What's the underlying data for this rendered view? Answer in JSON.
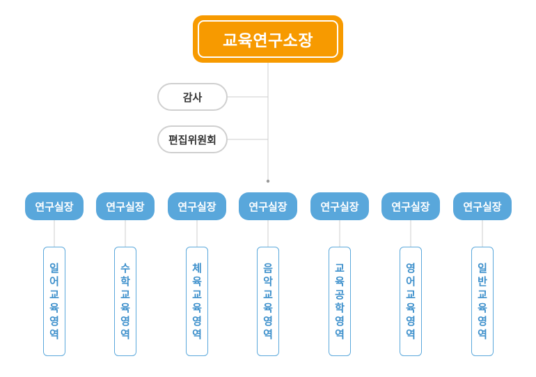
{
  "diagram": {
    "root": {
      "label": "교육연구소장"
    },
    "staff": [
      {
        "label": "감사"
      },
      {
        "label": "편집위원회"
      }
    ],
    "labs": [
      {
        "label": "연구실장",
        "area": "일어교육영역"
      },
      {
        "label": "연구실장",
        "area": "수학교육영역"
      },
      {
        "label": "연구실장",
        "area": "체육교육영역"
      },
      {
        "label": "연구실장",
        "area": "음악교육영역"
      },
      {
        "label": "연구실장",
        "area": "교육공학영역"
      },
      {
        "label": "연구실장",
        "area": "영어교육영역"
      },
      {
        "label": "연구실장",
        "area": "일반교육영역"
      }
    ],
    "colors": {
      "root": "#f79a00",
      "lab": "#59a7db",
      "area_text": "#3c8fcb",
      "staff_border": "#cfcfcf",
      "connector": "#cccccc"
    }
  }
}
